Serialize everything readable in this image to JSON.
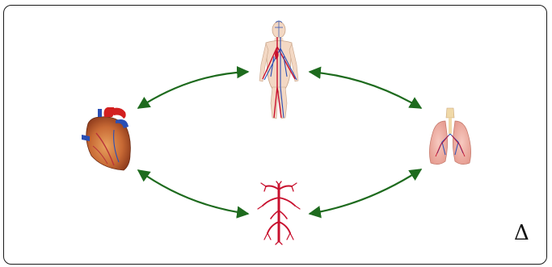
{
  "corner_symbol": "Δ",
  "nodes": [
    {
      "id": "body",
      "icon": "human-circulatory-system-icon"
    },
    {
      "id": "heart",
      "icon": "heart-icon"
    },
    {
      "id": "lungs",
      "icon": "lungs-icon"
    },
    {
      "id": "vessels",
      "icon": "blood-vessel-tree-icon"
    }
  ],
  "edges": [
    {
      "from": "heart",
      "to": "body",
      "style": "double-arrow"
    },
    {
      "from": "body",
      "to": "lungs",
      "style": "double-arrow"
    },
    {
      "from": "heart",
      "to": "vessels",
      "style": "double-arrow"
    },
    {
      "from": "vessels",
      "to": "lungs",
      "style": "double-arrow"
    }
  ],
  "colors": {
    "arrow": "#1e6b1e",
    "frame": "#1a1a1a",
    "artery": "#c8102e",
    "vein": "#2a4fb5"
  }
}
